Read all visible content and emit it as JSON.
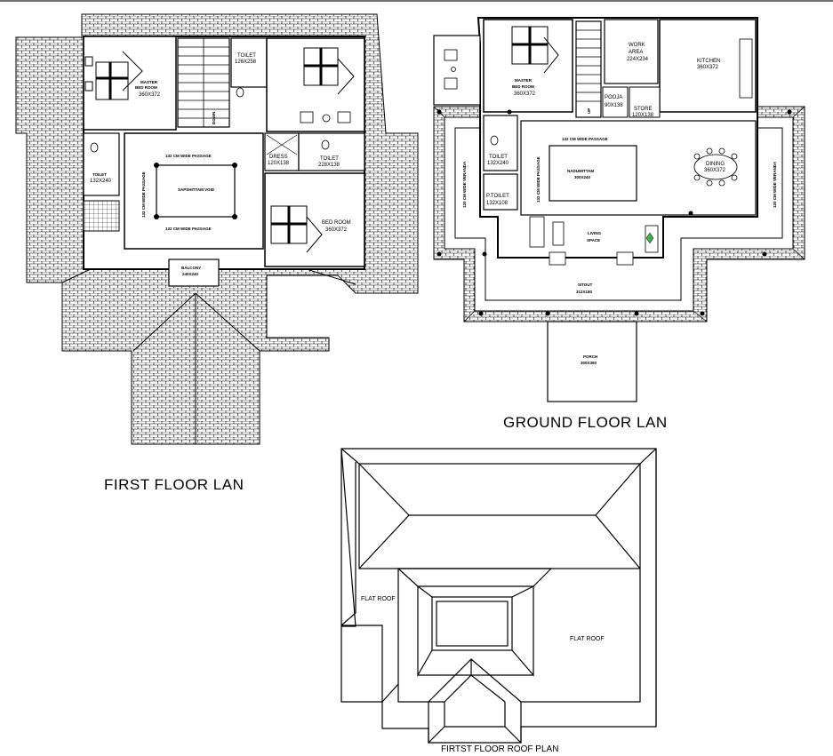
{
  "titles": {
    "first_floor": "FIRST FLOOR LAN",
    "ground_floor": "GROUND FLOOR LAN",
    "roof_plan": "FIRTST FLOOR ROOF PLAN"
  },
  "first_floor": {
    "master_bedroom": "MASTER",
    "master_bedroom_2": "BED ROOM",
    "master_bedroom_dim": "360X372",
    "toilet_top": "TOILET",
    "toilet_top_dim": "126X258",
    "toilet_left": "TOILET",
    "toilet_left_dim": "132X240",
    "dress": "DRESS",
    "dress_dim": "120X138",
    "toilet_right": "TOILET",
    "toilet_right_dim": "228X138",
    "bedroom": "BED ROOM",
    "bedroom_dim": "360X372",
    "passage_top": "132 CM WIDE PASSAGE",
    "passage_bottom": "132 CM WIDE PASSAGE",
    "passage_left": "132 CM WIDE PASSAGE",
    "void": "SAPSHITTAM VOID",
    "balcony": "BALCONY",
    "balcony_dim": "240X240",
    "down": "DOWN"
  },
  "ground_floor": {
    "master_bedroom": "MASTER",
    "master_bedroom_2": "BED ROOM",
    "master_bedroom_dim": "360X372",
    "work_area": "WORK",
    "work_area_2": "AREA",
    "work_area_dim": "224X234",
    "kitchen": "KITCHEN",
    "kitchen_dim": "360X372",
    "pooja": "POOJA",
    "pooja_dim": "90X138",
    "store": "STORE",
    "store_dim": "120X138",
    "toilet": "TOILET",
    "toilet_dim": "132X240",
    "p_toilet": "P.TOILET",
    "p_toilet_dim": "132X108",
    "passage": "132 CM WIDE PASSAGE",
    "passage_side": "132 CM WIDE PASSAGE",
    "nadumittam": "NADUMITTAM",
    "nadumittam_dim": "300X240",
    "dining": "DINING",
    "dining_dim": "360X372",
    "living": "LIVING",
    "living_2": "SPACE",
    "sitout": "SITOUT",
    "sitout_dim": "312X180",
    "porch": "PORCH",
    "porch_dim": "300X360",
    "veranda_left": "120 CM WIDE VERANDA",
    "veranda_right": "120 CM WIDE VERANDA",
    "up": "UP"
  },
  "roof": {
    "flat_roof_left": "FLAT ROOF",
    "flat_roof_right": "FLAT ROOF"
  }
}
